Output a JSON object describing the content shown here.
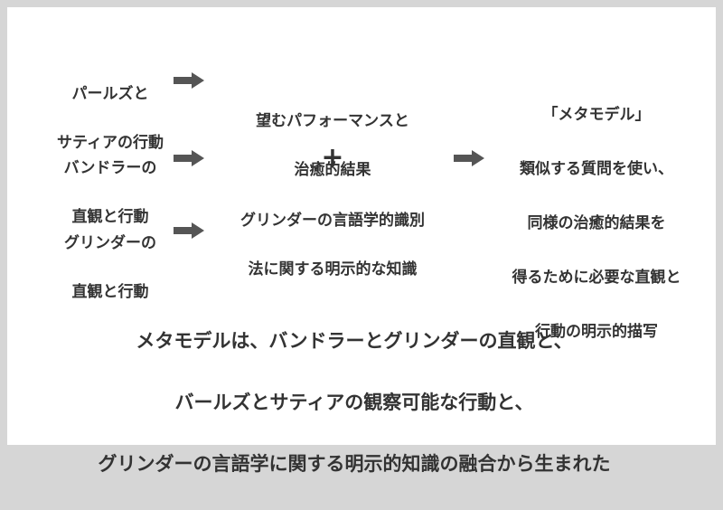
{
  "colors": {
    "text": "#333333",
    "arrow": "#555555",
    "frame": "#d6d6d6",
    "panel": "#ffffff"
  },
  "sources": [
    {
      "line1": "パールズと",
      "line2": "サティアの行動"
    },
    {
      "line1": "バンドラーの",
      "line2": "直観と行動"
    },
    {
      "line1": "グリンダーの",
      "line2": "直観と行動"
    }
  ],
  "middle": {
    "top_line1": "望むパフォーマンスと",
    "top_line2": "治癒的結果",
    "plus": "+",
    "bottom_line1": "グリンダーの言語学的識別",
    "bottom_line2": "法に関する明示的な知識"
  },
  "result": {
    "title": "「メタモデル」",
    "lines": [
      "類似する質問を使い、",
      "同様の治癒的結果を",
      "得るために必要な直観と",
      "行動の明示的描写"
    ]
  },
  "footer": {
    "line1": "メタモデルは、バンドラーとグリンダーの直観と、",
    "line2": "バールズとサティアの観察可能な行動と、",
    "line3": "グリンダーの言語学に関する明示的知識の融合から生まれた"
  }
}
